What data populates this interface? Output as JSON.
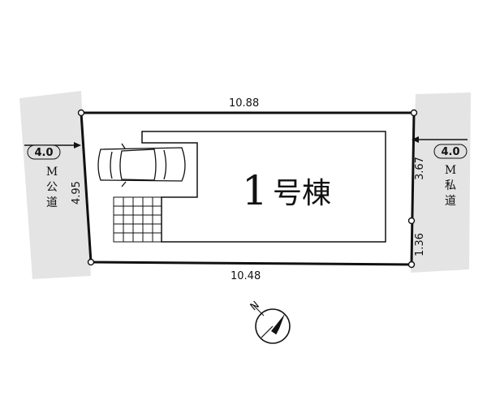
{
  "plot": {
    "top_frontage": "10.88",
    "bottom_frontage": "10.48",
    "left_side": "4.95",
    "right_side_upper": "3.67",
    "right_side_lower": "1.36"
  },
  "building": {
    "number": "1",
    "label": "号棟"
  },
  "roads": {
    "left": {
      "width": "4.0",
      "unit": "M",
      "chars": [
        "公",
        "道"
      ]
    },
    "right": {
      "width": "4.0",
      "unit": "M",
      "chars": [
        "私",
        "道"
      ]
    }
  },
  "compass": {
    "north": "N"
  },
  "colors": {
    "road": "#e4e4e4",
    "line": "#111111",
    "badge": "#e0e0e0"
  }
}
